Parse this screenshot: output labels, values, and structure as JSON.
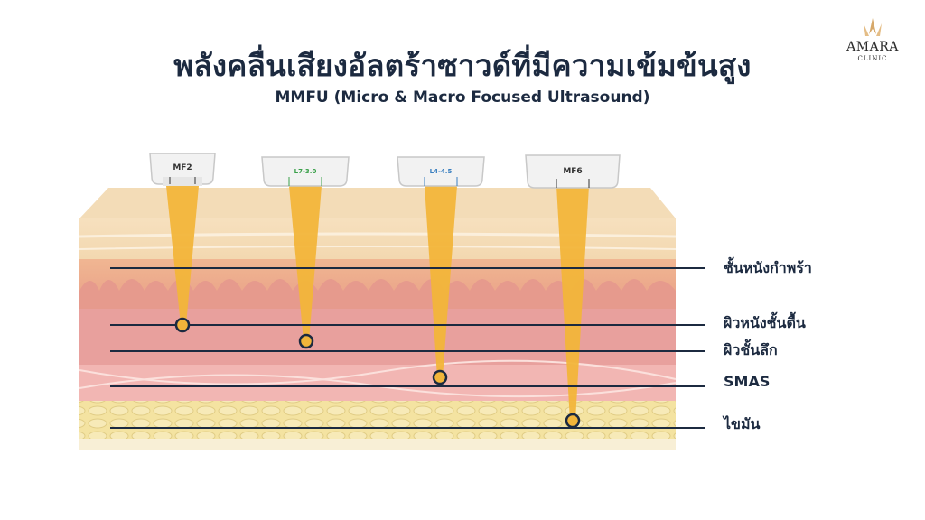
{
  "header": {
    "title": "พลังคลื่นเสียงอัลตร้าซาวด์ที่มีความเข้มข้นสูง",
    "subtitle": "MMFU (Micro & Macro Focused Ultrasound)"
  },
  "logo": {
    "name": "AMARA",
    "sub": "CLINIC",
    "icon": "crown-icon"
  },
  "transducers": [
    {
      "label": "MF2",
      "depth_label": ""
    },
    {
      "label": "L7-3.0",
      "depth_label": ""
    },
    {
      "label": "L4-4.5",
      "depth_label": ""
    },
    {
      "label": "MF6",
      "depth_label": ""
    }
  ],
  "layers": [
    {
      "name": "ชั้นหนังกำพร้า"
    },
    {
      "name": "ผิวหนังชั้นตื้น"
    },
    {
      "name": "ผิวชั้นลึก"
    },
    {
      "name": "SMAS"
    },
    {
      "name": "ไขมัน"
    }
  ],
  "colors": {
    "beam": "#f2b53a",
    "line": "#1c2a40",
    "epidermis": "#f6e2c3",
    "dermis": "#efb08d",
    "deep": "#e7999a",
    "smas": "#f1b3b0",
    "fat": "#f4e3a1"
  }
}
